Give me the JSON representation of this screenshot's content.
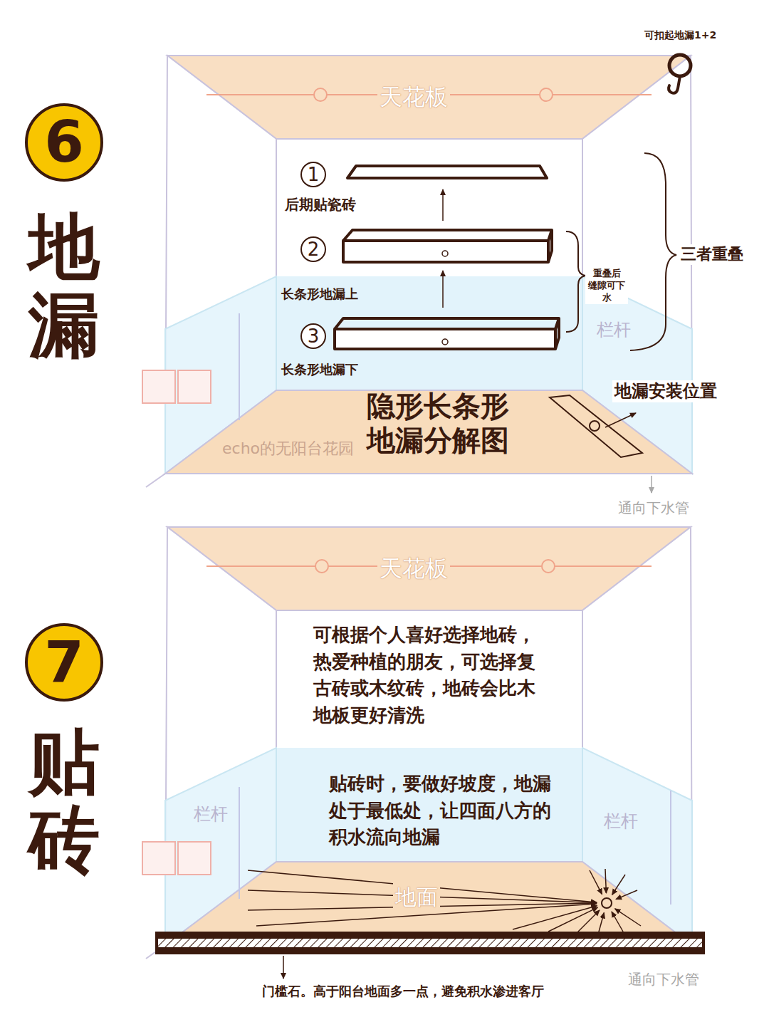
{
  "diagram": {
    "nodes": [
      {
        "text": [
          "6"
        ]
      },
      {
        "text": [
          "1"
        ]
      },
      {
        "text": [
          "2"
        ]
      },
      {
        "text": [
          "3"
        ]
      },
      {
        "text": [
          "7"
        ]
      }
    ],
    "labels": [
      "可扣起地漏1+2",
      "地漏",
      "天花板",
      "后期贴瓷砖",
      "长条形地漏上",
      "长条形地漏下",
      "重叠后 缝隙可下水",
      "三者重叠",
      "隐形长条形 地漏分解图",
      "地漏安装位置",
      "通向下水管",
      "栏杆",
      "echo的无阳台花园",
      "贴砖",
      "天花板",
      "可根据个人喜好选择地砖，热爱种植的朋友，可选择复古砖或木纹砖，地砖会比木地板更好清洗",
      "贴砖时，要做好坡度，地漏处于最低处，让四面八方的积水流向地漏",
      "地面",
      "门槛石。高于阳台地面多一点，避免积水渗进客厅",
      "通向下水管",
      "栏杆",
      "栏杆"
    ]
  }
}
